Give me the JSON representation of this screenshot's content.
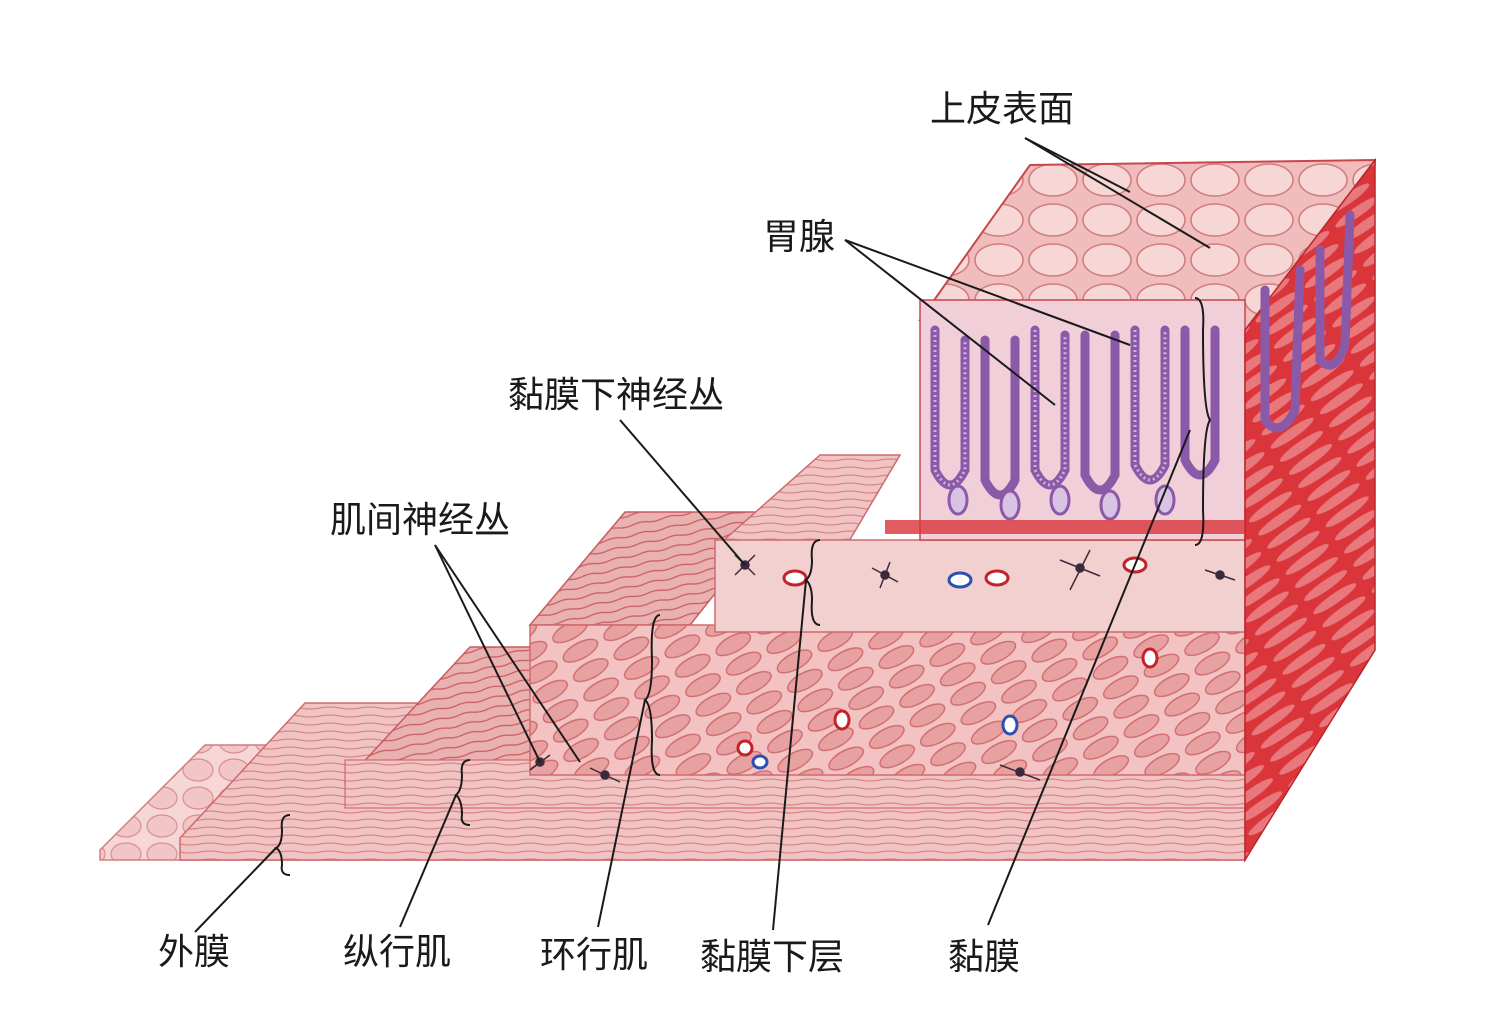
{
  "labels": {
    "epithelial_surface": "上皮表面",
    "gastric_glands": "胃腺",
    "submucosal_plexus": "黏膜下神经丛",
    "myenteric_plexus": "肌间神经丛",
    "serosa": "外膜",
    "longitudinal_muscle": "纵行肌",
    "circular_muscle": "环行肌",
    "submucosa": "黏膜下层",
    "mucosa": "黏膜"
  },
  "colors": {
    "tissue_light": "#f3c9c9",
    "tissue_mid": "#e59a9a",
    "tissue_dark": "#c8474c",
    "muscle_red": "#d7262d",
    "gland_purple": "#8a5aa8",
    "gland_fill": "#cdb3dc",
    "line": "#1a1a1a"
  }
}
